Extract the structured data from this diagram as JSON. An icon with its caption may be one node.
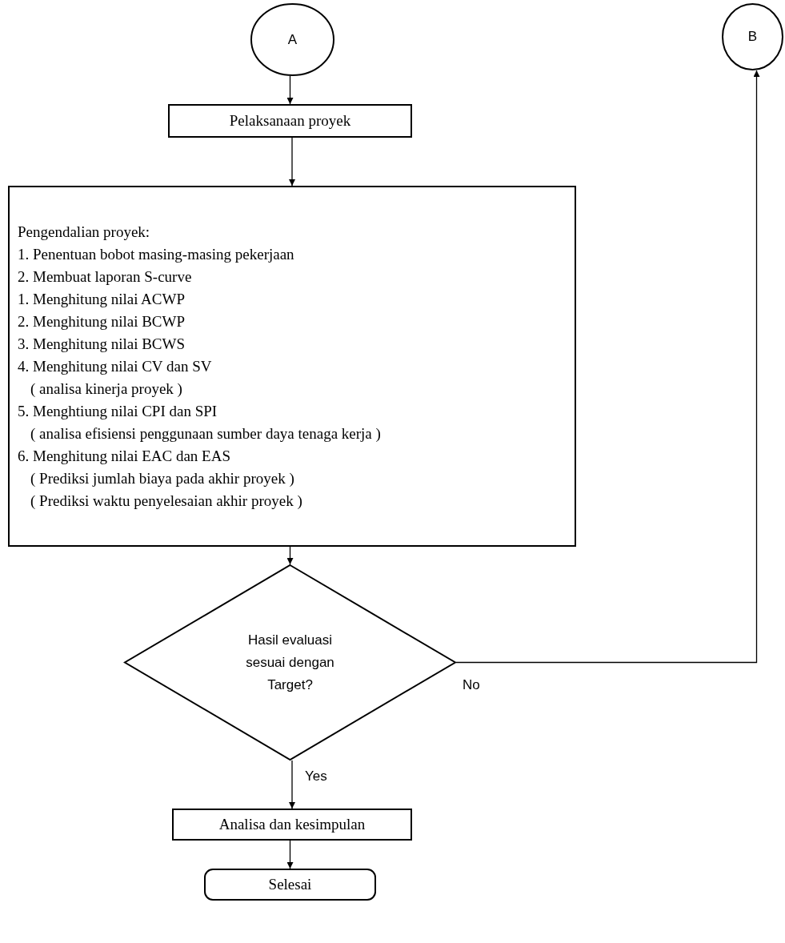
{
  "diagram": {
    "nodes": [
      {
        "text": [
          "A"
        ]
      },
      {
        "text": [
          "B"
        ]
      },
      {
        "text": [
          "Pelaksanaan proyek"
        ]
      },
      {
        "text": [
          "Pengendalian proyek:",
          "1. Penentuan bobot masing-masing  pekerjaan",
          "2. Membuat laporan S-curve",
          "1. Menghitung  nilai ACWP",
          "2. Menghitung  nilai BCWP",
          "3. Menghitung  nilai BCWS",
          "4. Menghitung  nilai CV dan SV",
          "( analisa kinerja proyek )",
          "5. Menghtiung  nilai CPI dan SPI",
          "( analisa efisiensi penggunaan  sumber daya tenaga kerja )",
          "6. Menghitung  nilai EAC dan EAS",
          "( Prediksi jumlah biaya pada akhir proyek )",
          "( Prediksi waktu penyelesaian  akhir proyek )"
        ]
      },
      {
        "text": [
          "Hasil evaluasi sesuai dengan Target?"
        ]
      },
      {
        "text": [
          "Analisa  dan kesimpulan"
        ]
      },
      {
        "text": [
          "Selesai"
        ]
      }
    ],
    "edges": [
      {
        "from": 0,
        "to": 2,
        "arrow": "to"
      },
      {
        "from": 2,
        "to": 3,
        "arrow": "to"
      },
      {
        "from": 3,
        "to": 4,
        "arrow": "to"
      },
      {
        "from": 4,
        "to": 1,
        "arrow": "to",
        "label": "No"
      },
      {
        "from": 4,
        "to": 5,
        "arrow": "to",
        "label": "Yes"
      },
      {
        "from": 5,
        "to": 6,
        "arrow": "to"
      }
    ]
  }
}
